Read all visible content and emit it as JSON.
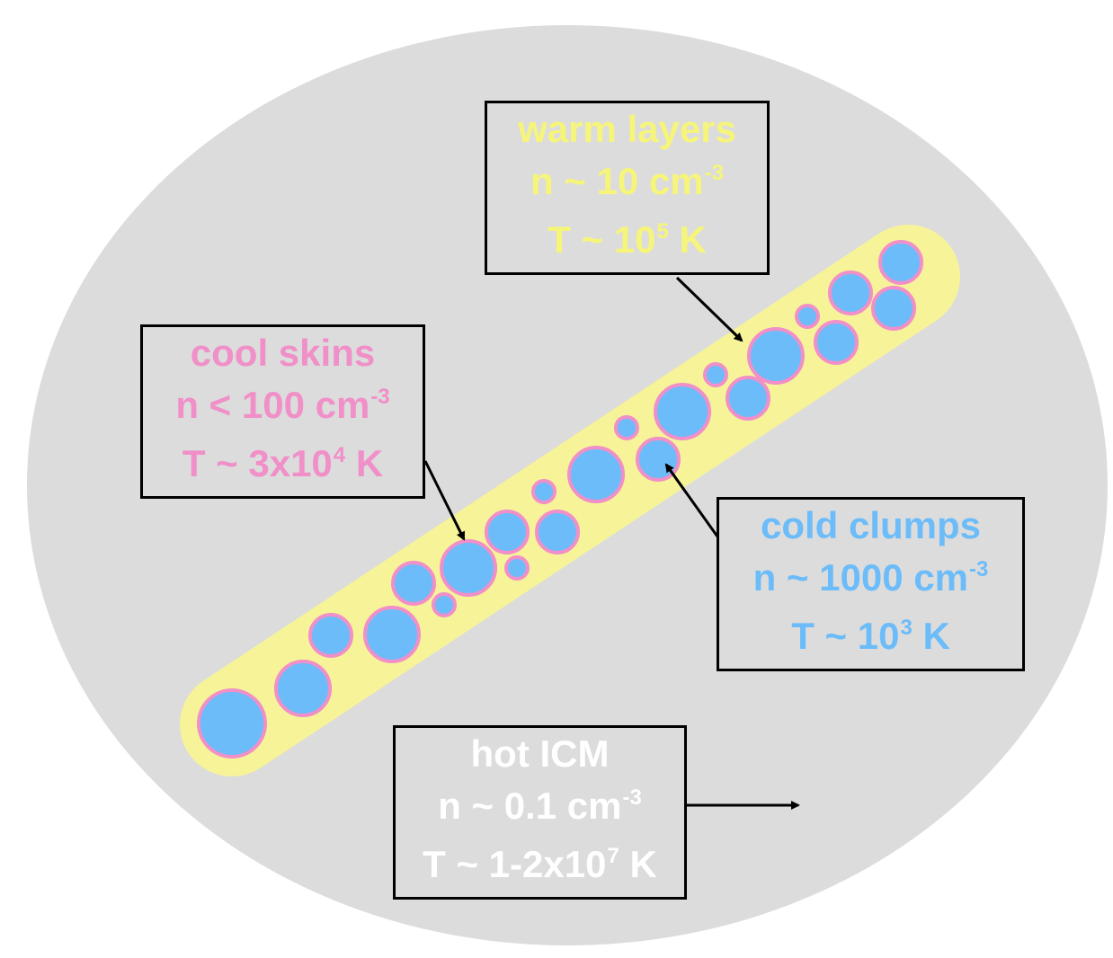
{
  "colors": {
    "hot_icm_background": "#dcdcdc",
    "warm_layer_fill": "#f6f398",
    "cool_skin_stroke": "#f08fc8",
    "cold_clump_fill": "#6cbcfa",
    "box_border": "#000000",
    "warm_text": "#f6f57a",
    "cool_text": "#f08fc8",
    "cold_text": "#6cbcfa",
    "hot_text": "#ffffff"
  },
  "labels": {
    "warm": {
      "title": "warm layers",
      "density_prefix": "n ~ 10 cm",
      "density_exp": "-3",
      "temp_prefix": "T ~ 10",
      "temp_exp": "5",
      "temp_suffix": " K"
    },
    "cool": {
      "title": "cool skins",
      "density_prefix": "n < 100 cm",
      "density_exp": "-3",
      "temp_prefix": "T ~ 3x10",
      "temp_exp": "4",
      "temp_suffix": " K"
    },
    "cold": {
      "title": "cold clumps",
      "density_prefix": "n ~ 1000 cm",
      "density_exp": "-3",
      "temp_prefix": "T ~ 10",
      "temp_exp": "3",
      "temp_suffix": " K"
    },
    "hot": {
      "title": "hot ICM",
      "density_prefix": "n ~ 0.1 cm",
      "density_exp": "-3",
      "temp_prefix": "T ~ 1-2x10",
      "temp_exp": "7",
      "temp_suffix": " K"
    }
  }
}
